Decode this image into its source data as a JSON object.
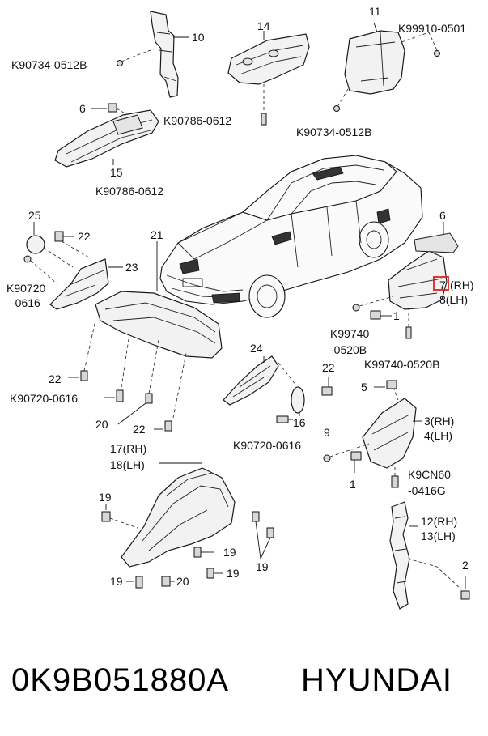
{
  "footer": {
    "part_number": "0K9B051880A",
    "brand": "HYUNDAI"
  },
  "labels": {
    "l10": "10",
    "l14": "14",
    "l11": "11",
    "k99910": "K99910-0501",
    "k90734a": "K90734-0512B",
    "l6a": "6",
    "k90786a": "K90786-0612",
    "k90734b": "K90734-0512B",
    "l15": "15",
    "k90786b": "K90786-0612",
    "l25": "25",
    "l22a": "22",
    "l21": "21",
    "l6b": "6",
    "l23": "23",
    "k90720a": "K90720",
    "k90720a2": "-0616",
    "l7": "7",
    "l7s": "(RH)",
    "l8": "8(LH)",
    "l1a": "1",
    "k99740a": "K99740",
    "k99740a2": "-0520B",
    "l24": "24",
    "k99740b": "K99740-0520B",
    "l22b": "22",
    "l22c": "22",
    "k90720b": "K90720-0616",
    "l5": "5",
    "l20a": "20",
    "l16": "16",
    "l22d": "22",
    "l3": "3(RH)",
    "l4": "4(LH)",
    "l9": "9",
    "k90720c": "K90720-0616",
    "l17": "17(RH)",
    "l18": "18(LH)",
    "l1b": "1",
    "k9cn60": "K9CN60",
    "k9cn60b": "-0416G",
    "l19a": "19",
    "l12": "12(RH)",
    "l13": "13(LH)",
    "l19b": "19",
    "l19c": "19",
    "l19d": "19",
    "l2": "2",
    "l19e": "19",
    "l20b": "20"
  },
  "colors": {
    "highlight": "#e02020",
    "line": "#1a1a1a",
    "background": "#ffffff"
  }
}
